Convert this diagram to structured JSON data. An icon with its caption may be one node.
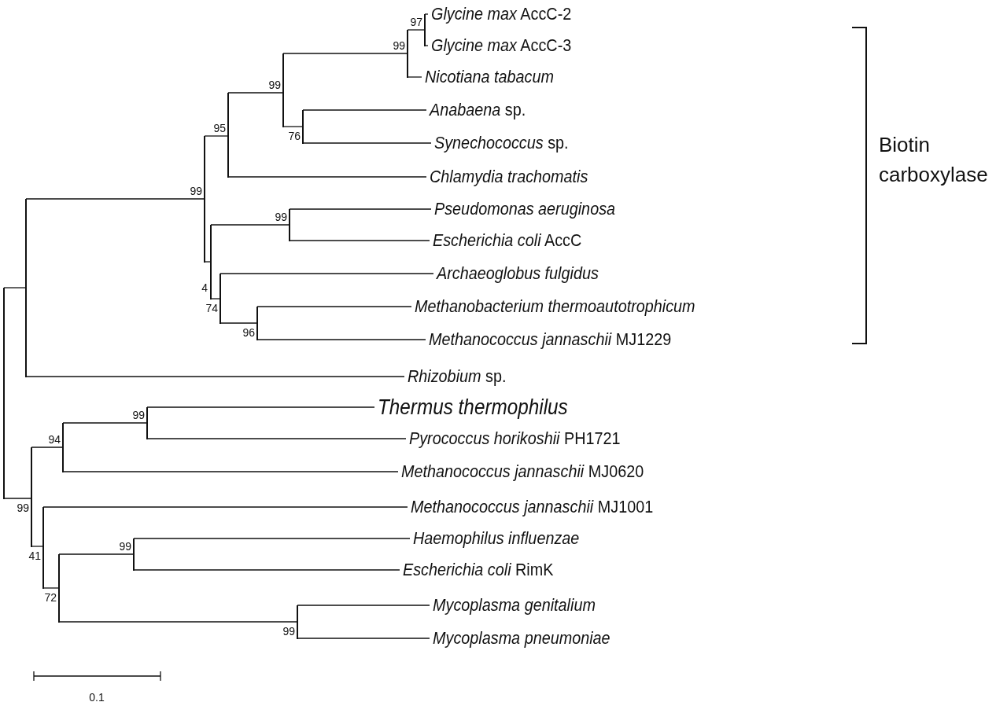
{
  "diagram": {
    "nodes": [
      {
        "text": [],
        "shape": "bar"
      },
      {
        "text": [],
        "shape": "bar"
      },
      {
        "text": [],
        "shape": "bar",
        "beside": [
          "99"
        ]
      },
      {
        "text": [],
        "shape": "bar",
        "beside": [
          "95"
        ]
      },
      {
        "text": [],
        "shape": "bar",
        "beside": [
          "99"
        ]
      },
      {
        "text": [],
        "shape": "bar",
        "beside": [
          "99"
        ]
      },
      {
        "text": [],
        "shape": "bar",
        "beside": [
          "97"
        ]
      },
      {
        "text": [
          "*Glycine max* AccC-2"
        ]
      },
      {
        "text": [
          "*Glycine max* AccC-3"
        ]
      },
      {
        "text": [
          "*Nicotiana tabacum*"
        ]
      },
      {
        "text": [],
        "shape": "bar",
        "beside": [
          "76"
        ]
      },
      {
        "text": [
          "*Anabaena* sp."
        ]
      },
      {
        "text": [
          "*Synechococcus* sp."
        ]
      },
      {
        "text": [
          "*Chlamydia trachomatis*"
        ]
      },
      {
        "text": [],
        "shape": "bar",
        "beside": [
          "4"
        ]
      },
      {
        "text": [],
        "shape": "bar",
        "beside": [
          "99"
        ]
      },
      {
        "text": [
          "*Pseudomonas aeruginosa*"
        ]
      },
      {
        "text": [
          "*Escherichia coli* AccC"
        ]
      },
      {
        "text": [],
        "shape": "bar",
        "beside": [
          "74"
        ]
      },
      {
        "text": [
          "*Archaeoglobus fulgidus*"
        ]
      },
      {
        "text": [],
        "shape": "bar",
        "beside": [
          "96"
        ]
      },
      {
        "text": [
          "*Methanobacterium thermoautotrophicum*"
        ]
      },
      {
        "text": [
          "*Methanococcus jannaschii* MJ1229"
        ]
      },
      {
        "text": [
          "*Rhizobium* sp."
        ]
      },
      {
        "text": [],
        "shape": "bar",
        "beside": [
          "99"
        ]
      },
      {
        "text": [],
        "shape": "bar",
        "beside": [
          "94"
        ]
      },
      {
        "text": [],
        "shape": "bar",
        "beside": [
          "99"
        ]
      },
      {
        "text": [
          "*Thermus thermophilus*"
        ]
      },
      {
        "text": [
          "*Pyrococcus horikoshii* PH1721"
        ]
      },
      {
        "text": [
          "*Methanococcus jannaschii* MJ0620"
        ]
      },
      {
        "text": [],
        "shape": "bar",
        "beside": [
          "41"
        ]
      },
      {
        "text": [
          "*Methanococcus jannaschii* MJ1001"
        ]
      },
      {
        "text": [],
        "shape": "bar",
        "beside": [
          "72"
        ]
      },
      {
        "text": [],
        "shape": "bar",
        "beside": [
          "99"
        ]
      },
      {
        "text": [
          "*Haemophilus influenzae*"
        ]
      },
      {
        "text": [
          "*Escherichia coli* RimK"
        ]
      },
      {
        "text": [],
        "shape": "bar",
        "beside": [
          "99"
        ]
      },
      {
        "text": [
          "*Mycoplasma genitalium*"
        ]
      },
      {
        "text": [
          "*Mycoplasma pneumoniae*"
        ]
      }
    ],
    "edges": [
      {
        "from": 0,
        "to": 1,
        "arrow": "none"
      },
      {
        "from": 1,
        "to": 2,
        "arrow": "none"
      },
      {
        "from": 2,
        "to": 3,
        "arrow": "none"
      },
      {
        "from": 3,
        "to": 4,
        "arrow": "none"
      },
      {
        "from": 4,
        "to": 5,
        "arrow": "none"
      },
      {
        "from": 5,
        "to": 6,
        "arrow": "none"
      },
      {
        "from": 6,
        "to": 7,
        "arrow": "none"
      },
      {
        "from": 6,
        "to": 8,
        "arrow": "none"
      },
      {
        "from": 5,
        "to": 9,
        "arrow": "none"
      },
      {
        "from": 4,
        "to": 10,
        "arrow": "none"
      },
      {
        "from": 10,
        "to": 11,
        "arrow": "none"
      },
      {
        "from": 10,
        "to": 12,
        "arrow": "none"
      },
      {
        "from": 3,
        "to": 13,
        "arrow": "none"
      },
      {
        "from": 2,
        "to": 14,
        "arrow": "none"
      },
      {
        "from": 14,
        "to": 15,
        "arrow": "none"
      },
      {
        "from": 15,
        "to": 16,
        "arrow": "none"
      },
      {
        "from": 15,
        "to": 17,
        "arrow": "none"
      },
      {
        "from": 14,
        "to": 18,
        "arrow": "none"
      },
      {
        "from": 18,
        "to": 19,
        "arrow": "none"
      },
      {
        "from": 18,
        "to": 20,
        "arrow": "none"
      },
      {
        "from": 20,
        "to": 21,
        "arrow": "none"
      },
      {
        "from": 20,
        "to": 22,
        "arrow": "none"
      },
      {
        "from": 1,
        "to": 23,
        "arrow": "none"
      },
      {
        "from": 0,
        "to": 24,
        "arrow": "none"
      },
      {
        "from": 24,
        "to": 25,
        "arrow": "none"
      },
      {
        "from": 25,
        "to": 26,
        "arrow": "none"
      },
      {
        "from": 26,
        "to": 27,
        "arrow": "none"
      },
      {
        "from": 26,
        "to": 28,
        "arrow": "none"
      },
      {
        "from": 25,
        "to": 29,
        "arrow": "none"
      },
      {
        "from": 24,
        "to": 30,
        "arrow": "none"
      },
      {
        "from": 30,
        "to": 31,
        "arrow": "none"
      },
      {
        "from": 30,
        "to": 32,
        "arrow": "none"
      },
      {
        "from": 32,
        "to": 33,
        "arrow": "none"
      },
      {
        "from": 33,
        "to": 34,
        "arrow": "none"
      },
      {
        "from": 33,
        "to": 35,
        "arrow": "none"
      },
      {
        "from": 32,
        "to": 36,
        "arrow": "none"
      },
      {
        "from": 36,
        "to": 37,
        "arrow": "none"
      },
      {
        "from": 36,
        "to": 38,
        "arrow": "none"
      }
    ],
    "labels": [
      "Biotin carboxylase",
      "0.1"
    ]
  }
}
